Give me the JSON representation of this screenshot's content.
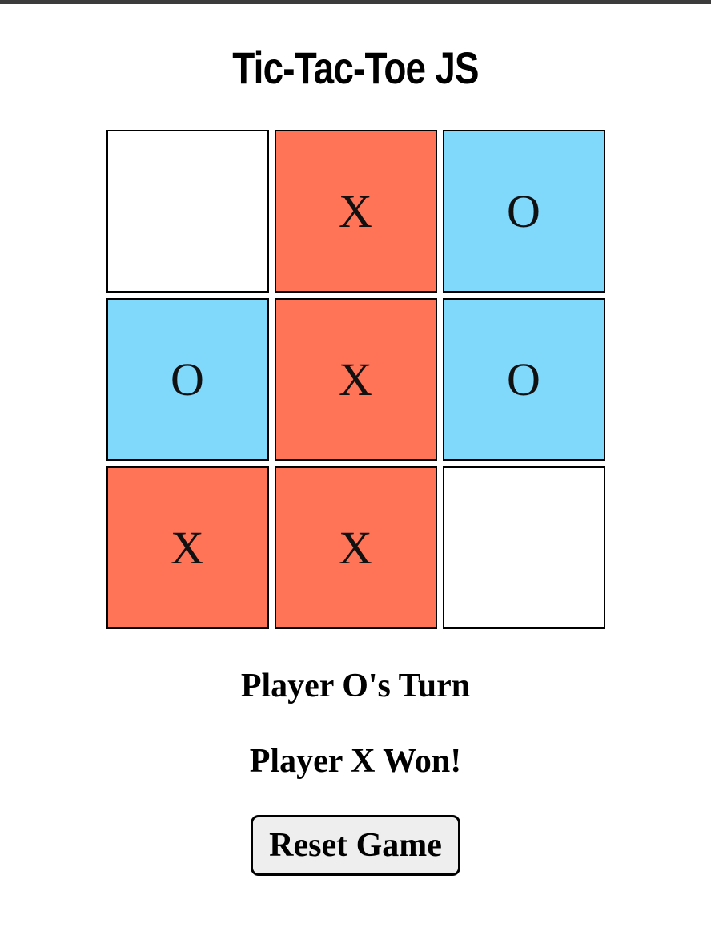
{
  "page": {
    "title": "Tic-Tac-Toe JS"
  },
  "board": {
    "cells": [
      {
        "mark": "",
        "state": "empty"
      },
      {
        "mark": "X",
        "state": "x"
      },
      {
        "mark": "O",
        "state": "o"
      },
      {
        "mark": "O",
        "state": "o"
      },
      {
        "mark": "X",
        "state": "x"
      },
      {
        "mark": "O",
        "state": "o"
      },
      {
        "mark": "X",
        "state": "x"
      },
      {
        "mark": "X",
        "state": "x"
      },
      {
        "mark": "",
        "state": "empty"
      }
    ]
  },
  "status": {
    "turn_text": "Player O's Turn",
    "result_text": "Player X Won!"
  },
  "controls": {
    "reset_label": "Reset Game"
  },
  "theme": {
    "top_bar": "#3b3b3b",
    "x_cell_bg": "#ff7357",
    "o_cell_bg": "#80d8fa",
    "empty_cell_bg": "#ffffff",
    "cell_border": "#000000",
    "button_bg": "#eeeeee",
    "button_border": "#000000",
    "text": "#000000"
  }
}
